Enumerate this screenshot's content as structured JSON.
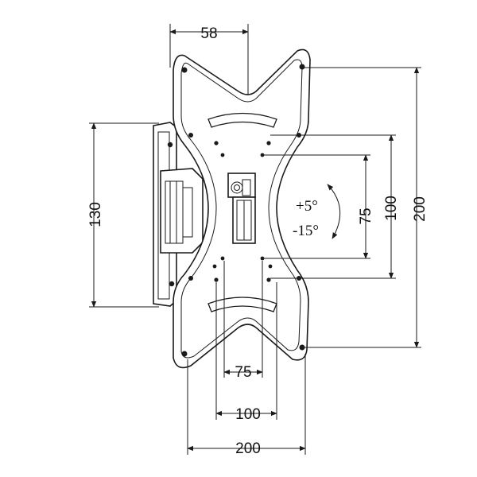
{
  "dimensions": {
    "top_width": "58",
    "left_height": "130",
    "vpa_75_height": "75",
    "vpa_100_height": "100",
    "plate_200_height": "200",
    "bottom_75": "75",
    "bottom_100": "100",
    "bottom_200": "200"
  },
  "tilt": {
    "up": "+5°",
    "down": "-15°"
  }
}
